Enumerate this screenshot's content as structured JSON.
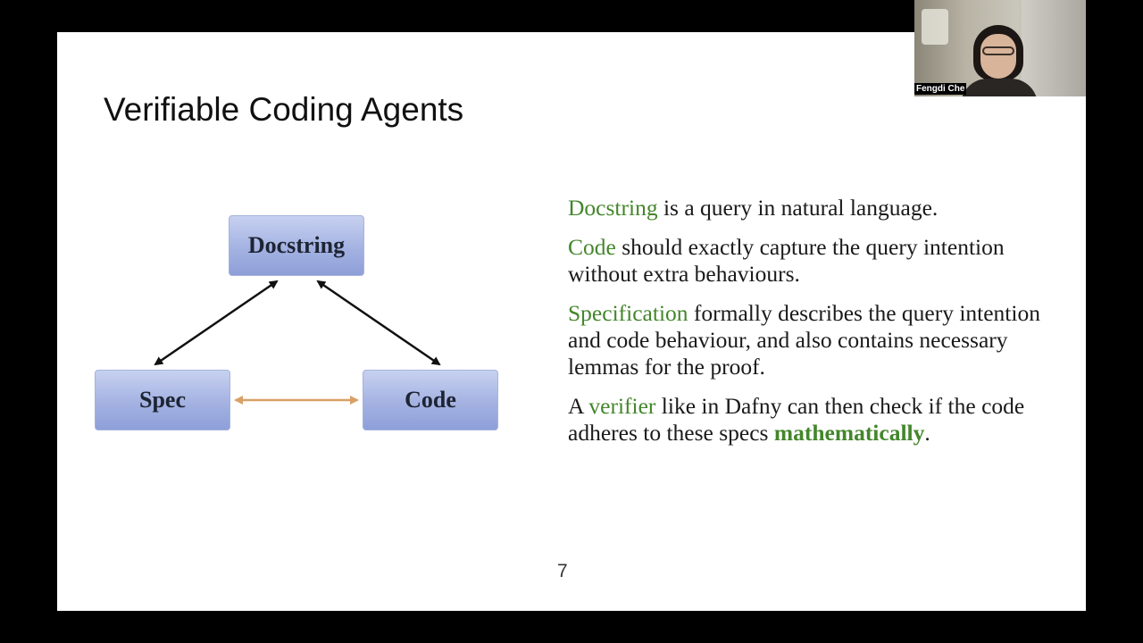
{
  "slide": {
    "title": "Verifiable Coding Agents",
    "page_number": "7",
    "diagram": {
      "nodes": {
        "docstring": "Docstring",
        "spec": "Spec",
        "code": "Code"
      },
      "colors": {
        "node_fill": "#a4b2e2",
        "black_arrow": "#111111",
        "spec_code_arrow": "#d9a066"
      }
    },
    "paragraphs": {
      "p1": {
        "term": "Docstring",
        "rest": " is a query in natural language."
      },
      "p2": {
        "term": "Code",
        "rest": " should exactly capture the query intention without extra behaviours."
      },
      "p3": {
        "term": "Specification",
        "rest": " formally describes the query intention and code behaviour, and also contains necessary lemmas for the proof."
      },
      "p4": {
        "lead": "A ",
        "term": "verifier",
        "middle": " like in Dafny can then check if the code adheres to these specs ",
        "emphasis": "mathematically",
        "end": "."
      }
    },
    "highlight_color": "#43862b"
  },
  "webcam": {
    "participant_name": "Fengdi Che"
  }
}
